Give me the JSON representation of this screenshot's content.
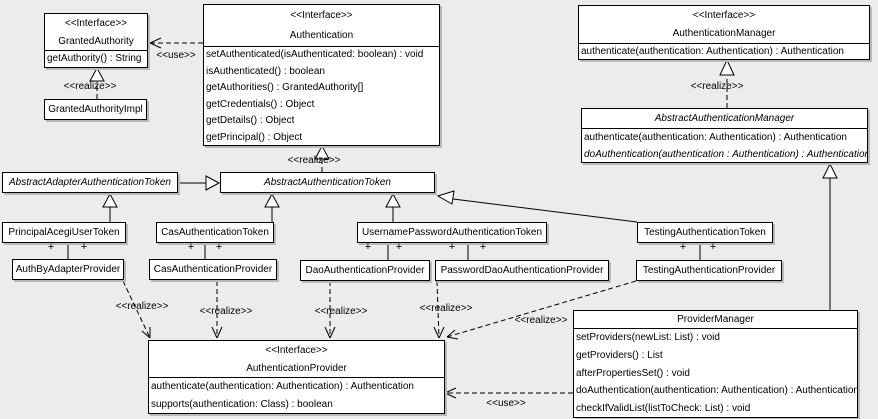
{
  "diagram": {
    "background_color": "#ececec",
    "box_fill": "#ffffff",
    "box_border": "#000000",
    "shadow_color": "#b9b9b9"
  },
  "labels": {
    "interface": "<<Interface>>",
    "realize": "<<realize>>",
    "use": "<<use>>",
    "plus": "+"
  },
  "classes": {
    "granted_authority": {
      "stereotype": "<<Interface>>",
      "name": "GrantedAuthority",
      "methods": [
        "getAuthority() : String"
      ]
    },
    "granted_authority_impl": {
      "name": "GrantedAuthorityImpl"
    },
    "authentication": {
      "stereotype": "<<Interface>>",
      "name": "Authentication",
      "methods": [
        "setAuthenticated(isAuthenticated: boolean) : void",
        "isAuthenticated() : boolean",
        "getAuthorities() : GrantedAuthority[]",
        "getCredentials() : Object",
        "getDetails() : Object",
        "getPrincipal() : Object"
      ]
    },
    "authentication_manager": {
      "stereotype": "<<Interface>>",
      "name": "AuthenticationManager",
      "methods": [
        "authenticate(authentication: Authentication) : Authentication"
      ]
    },
    "abstract_authentication_manager": {
      "name": "AbstractAuthenticationManager",
      "methods": [
        "authenticate(authentication: Authentication) : Authentication",
        "doAuthentication(authentication : Authentication) : Authentication"
      ]
    },
    "abstract_adapter_authentication_token": {
      "name": "AbstractAdapterAuthenticationToken"
    },
    "abstract_authentication_token": {
      "name": "AbstractAuthenticationToken"
    },
    "principal_acegi_user_token": {
      "name": "PrincipalAcegiUserToken"
    },
    "cas_authentication_token": {
      "name": "CasAuthenticationToken"
    },
    "username_password_authentication_token": {
      "name": "UsernamePasswordAuthenticationToken"
    },
    "testing_authentication_token": {
      "name": "TestingAuthenticationToken"
    },
    "auth_by_adapter_provider": {
      "name": "AuthByAdapterProvider"
    },
    "cas_authentication_provider": {
      "name": "CasAuthenticationProvider"
    },
    "dao_authentication_provider": {
      "name": "DaoAuthenticationProvider"
    },
    "password_dao_authentication_provider": {
      "name": "PasswordDaoAuthenticationProvider"
    },
    "testing_authentication_provider": {
      "name": "TestingAuthenticationProvider"
    },
    "authentication_provider": {
      "stereotype": "<<Interface>>",
      "name": "AuthenticationProvider",
      "methods": [
        "authenticate(authentication: Authentication) : Authentication",
        "supports(authentication: Class) : boolean"
      ]
    },
    "provider_manager": {
      "name": "ProviderManager",
      "methods": [
        "setProviders(newList: List) : void",
        "getProviders() : List",
        "afterPropertiesSet() : void",
        "doAuthentication(authentication: Authentication) : Authentication",
        "checkIfValidList(listToCheck: List) : void"
      ]
    }
  }
}
